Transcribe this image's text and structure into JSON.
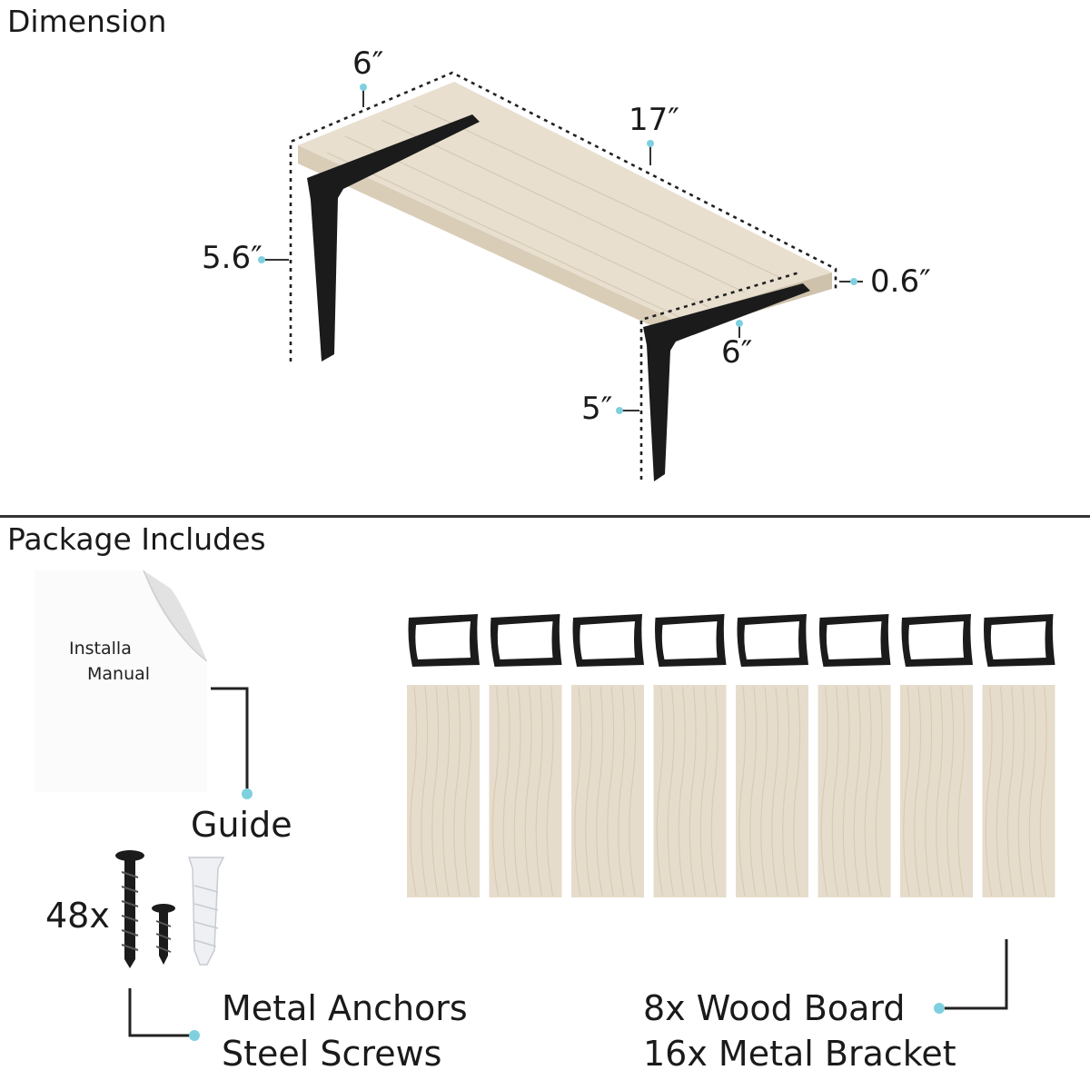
{
  "dimension_section": {
    "title": "Dimension",
    "labels": {
      "depth_top": "6″",
      "length": "17″",
      "height_left": "5.6″",
      "thickness": "0.6″",
      "bracket_depth": "6″",
      "bracket_height": "5″"
    }
  },
  "package_section": {
    "title": "Package Includes",
    "manual": {
      "line1": "Installa",
      "line2": "Manual",
      "caption": "Guide"
    },
    "hardware": {
      "count": "48x",
      "line1": "Metal Anchors",
      "line2": "Steel Screws"
    },
    "boards": {
      "line1": "8x Wood Board",
      "line2": "16x Metal Bracket",
      "board_count": 8,
      "bracket_count": 8
    }
  },
  "colors": {
    "accent_dot": "#7fd0de",
    "wood": "#e6dccb",
    "bracket": "#1b1b1b",
    "divider": "#333333"
  }
}
